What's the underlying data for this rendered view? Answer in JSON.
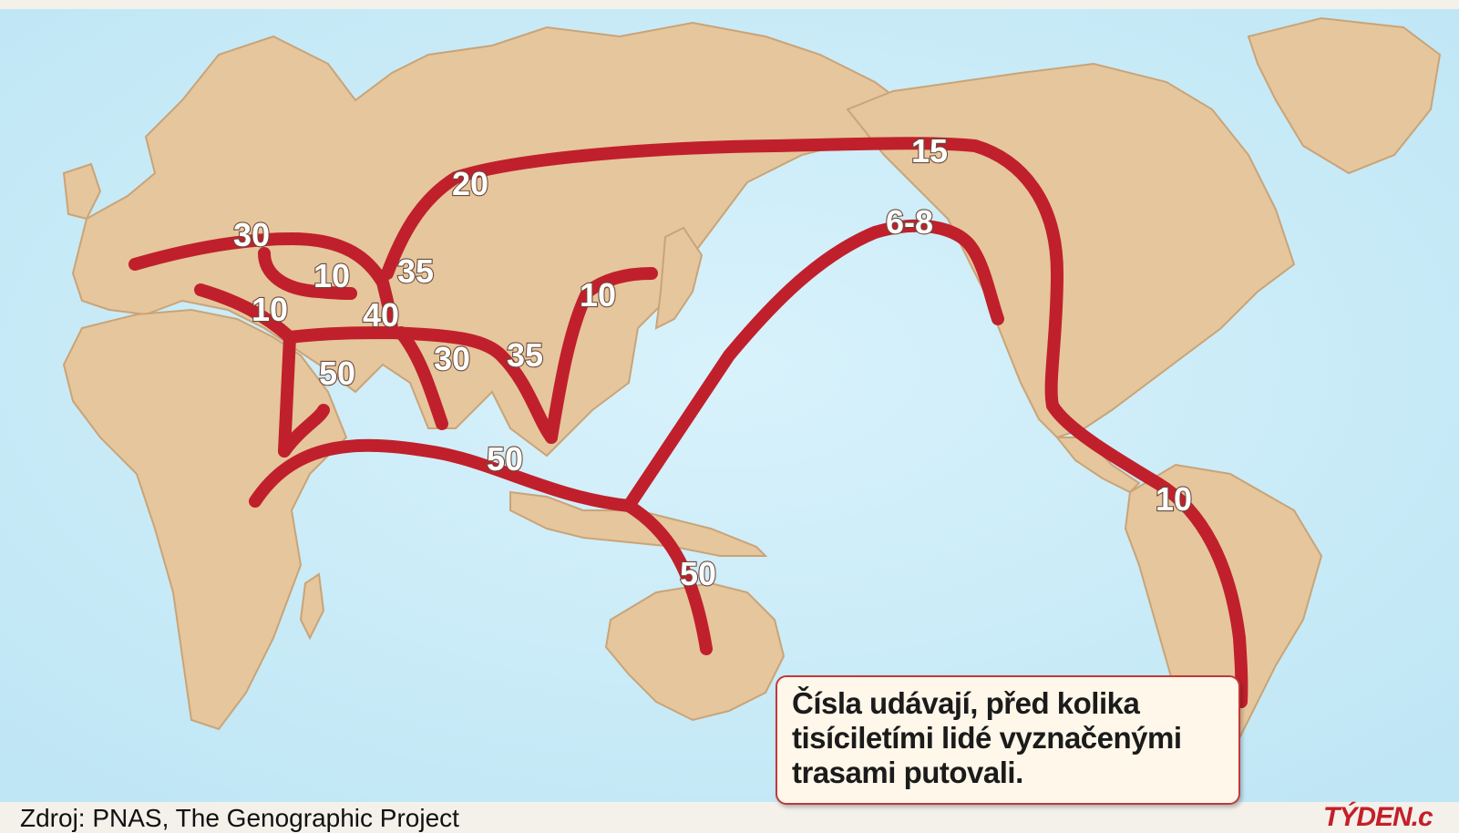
{
  "map": {
    "labels": [
      "30",
      "10",
      "35",
      "20",
      "15",
      "6-8",
      "10",
      "40",
      "10",
      "50",
      "30",
      "35",
      "50",
      "50",
      "10"
    ]
  },
  "legend": {
    "line1": "Čísla udávají, před kolika",
    "line2": "tisíciletími lidé vyznačenými",
    "line3": "trasami putovali."
  },
  "source": "Zdroj: PNAS, The Genographic Project",
  "brand": "TÝDEN.c",
  "colors": {
    "ocean": "#d2eef9",
    "land": "#e8caa0",
    "route": "#c0202c"
  }
}
